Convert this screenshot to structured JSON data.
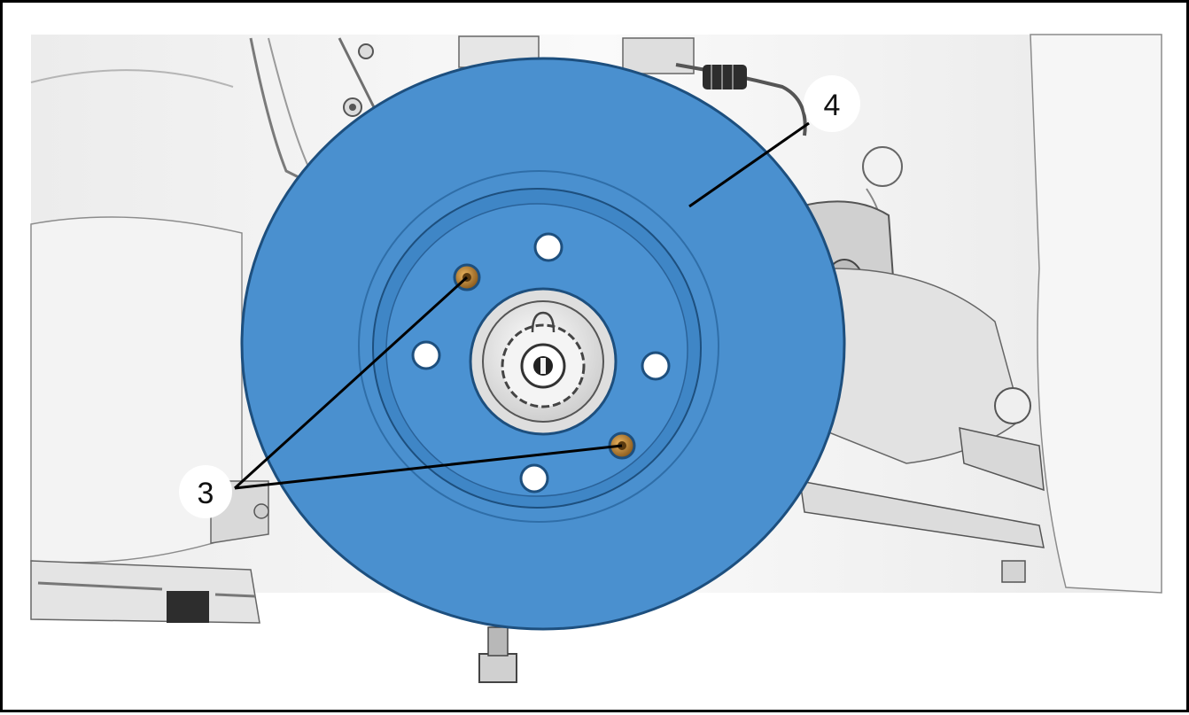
{
  "figure": {
    "callouts": [
      {
        "id": "bolts",
        "label": "3"
      },
      {
        "id": "disc",
        "label": "4"
      }
    ],
    "colors": {
      "disc_fill": "#4a90cf",
      "disc_edge": "#1d4f7e",
      "background_line": "#3a3a3a",
      "callout_line": "#000000",
      "frame_border": "#000000"
    }
  }
}
